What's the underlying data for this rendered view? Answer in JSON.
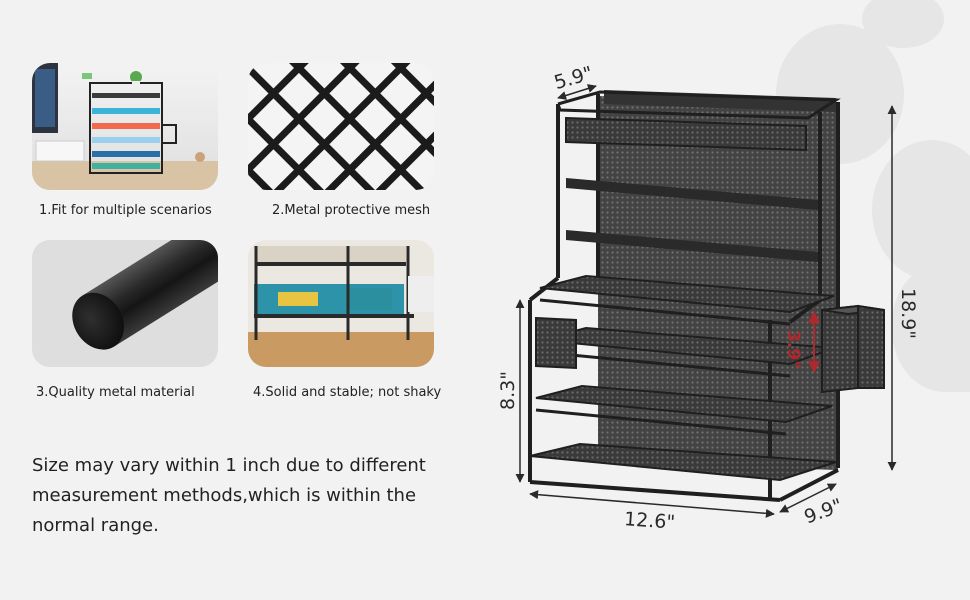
{
  "features": [
    {
      "caption": "1.Fit for multiple scenarios",
      "image": "desk-organizer-scene"
    },
    {
      "caption": "2.Metal protective mesh",
      "image": "metal-mesh-closeup"
    },
    {
      "caption": "3.Quality metal material",
      "image": "metal-tube-closeup"
    },
    {
      "caption": "4.Solid and stable; not shaky",
      "image": "shelf-with-files"
    }
  ],
  "note": {
    "line1": "Size may vary within 1 inch due to different",
    "line2": "measurement methods,which is within the",
    "line3": "normal range."
  },
  "dimensions": {
    "top_depth": "5.9\"",
    "height": "18.9\"",
    "lower_height": "8.3\"",
    "shelf_gap": "3.9\"",
    "width": "12.6\"",
    "depth": "9.9\""
  },
  "colors": {
    "background": "#f2f2f2",
    "metal": "#2b2b2b",
    "shelf_gap_accent": "#b0282c"
  }
}
